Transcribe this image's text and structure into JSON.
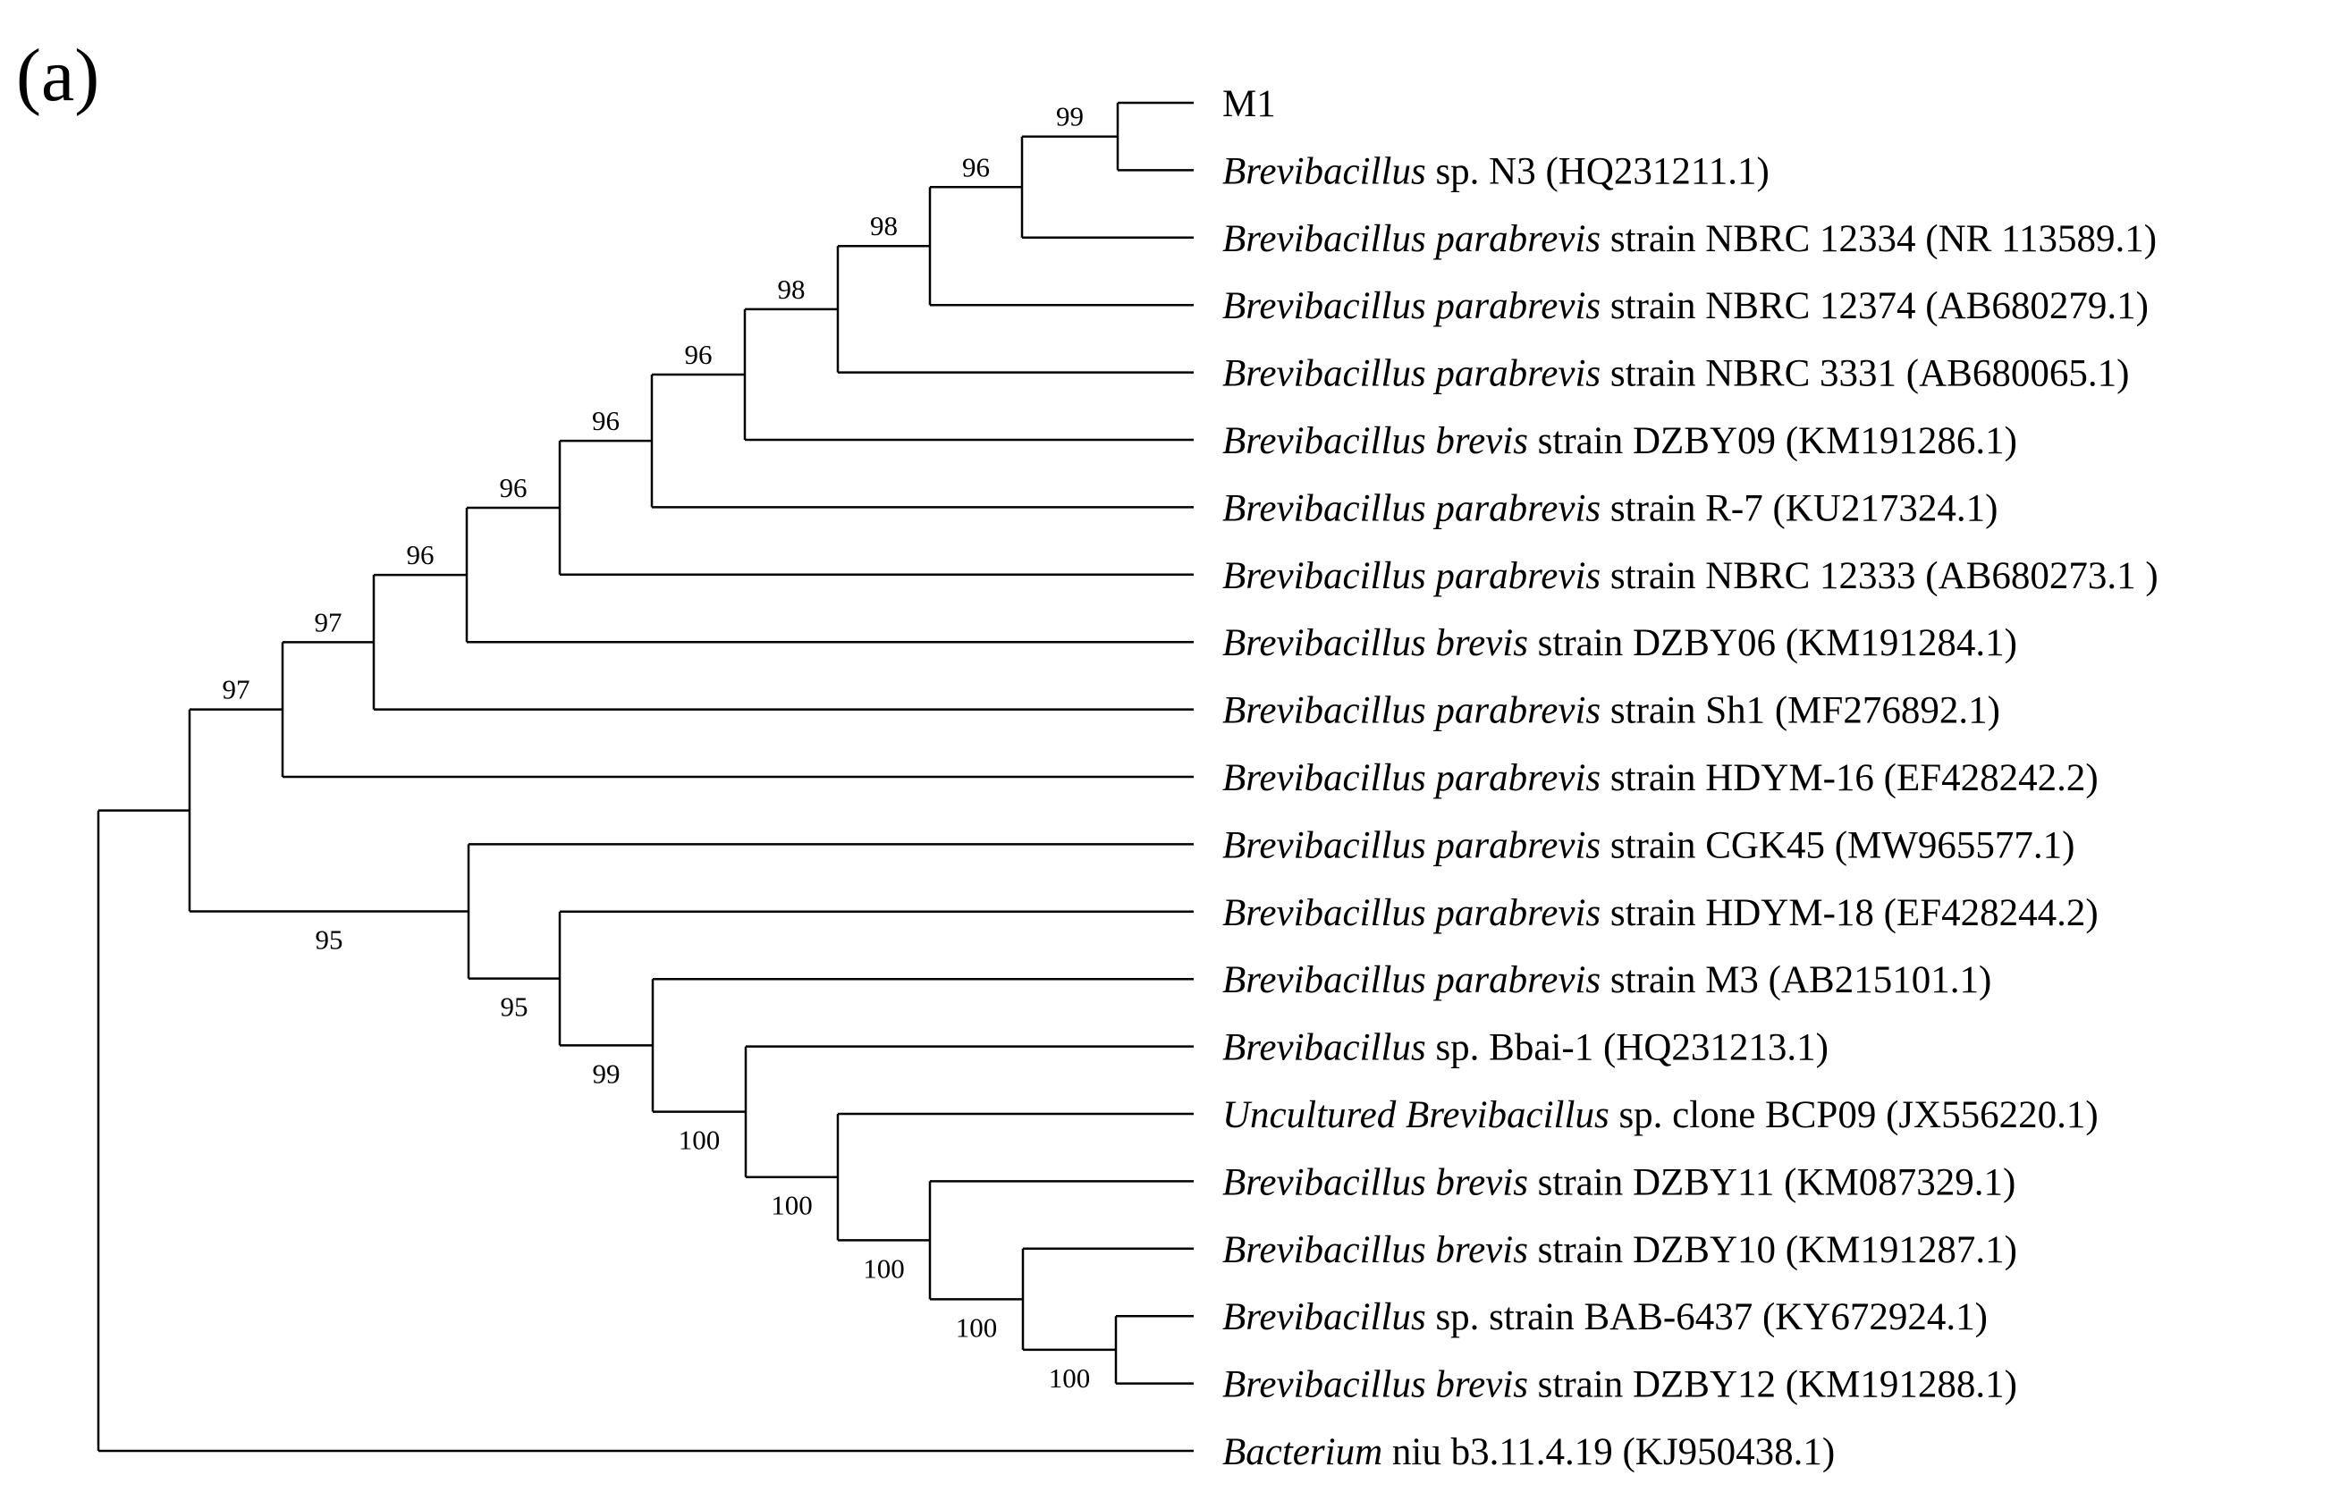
{
  "panel_label": "(a)",
  "taxa": [
    {
      "id": "M1",
      "italic": "",
      "rest": "M1"
    },
    {
      "id": "N3",
      "italic": "Brevibacillus",
      "rest": " sp. N3 (HQ231211.1)"
    },
    {
      "id": "NBRC12334",
      "italic": "Brevibacillus parabrevis",
      "rest": " strain NBRC 12334 (NR 113589.1)"
    },
    {
      "id": "NBRC12374",
      "italic": "Brevibacillus parabrevis",
      "rest": " strain NBRC 12374 (AB680279.1)"
    },
    {
      "id": "NBRC3331",
      "italic": "Brevibacillus parabrevis",
      "rest": " strain NBRC 3331 (AB680065.1)"
    },
    {
      "id": "DZBY09",
      "italic": "Brevibacillus brevis",
      "rest": " strain DZBY09 (KM191286.1)"
    },
    {
      "id": "R7",
      "italic": "Brevibacillus parabrevis",
      "rest": " strain R-7 (KU217324.1)"
    },
    {
      "id": "NBRC12333",
      "italic": "Brevibacillus parabrevis",
      "rest": " strain NBRC 12333 (AB680273.1 )"
    },
    {
      "id": "DZBY06",
      "italic": "Brevibacillus brevis",
      "rest": " strain DZBY06 (KM191284.1)"
    },
    {
      "id": "Sh1",
      "italic": "Brevibacillus parabrevis",
      "rest": " strain Sh1 (MF276892.1)"
    },
    {
      "id": "HDYM16",
      "italic": "Brevibacillus parabrevis",
      "rest": " strain HDYM-16 (EF428242.2)"
    },
    {
      "id": "CGK45",
      "italic": "Brevibacillus parabrevis",
      "rest": " strain CGK45 (MW965577.1)"
    },
    {
      "id": "HDYM18",
      "italic": "Brevibacillus parabrevis",
      "rest": " strain HDYM-18 (EF428244.2)"
    },
    {
      "id": "M3",
      "italic": "Brevibacillus parabrevis",
      "rest": " strain M3 (AB215101.1)"
    },
    {
      "id": "Bbai1",
      "italic": "Brevibacillus",
      "rest": " sp. Bbai-1 (HQ231213.1)"
    },
    {
      "id": "BCP09",
      "italic": "Uncultured Brevibacillus",
      "rest": " sp. clone BCP09 (JX556220.1)"
    },
    {
      "id": "DZBY11",
      "italic": "Brevibacillus brevis",
      "rest": " strain DZBY11 (KM087329.1)"
    },
    {
      "id": "DZBY10",
      "italic": "Brevibacillus brevis",
      "rest": " strain DZBY10 (KM191287.1)"
    },
    {
      "id": "BAB6437",
      "italic": "Brevibacillus",
      "rest": " sp. strain BAB-6437 (KY672924.1)"
    },
    {
      "id": "DZBY12",
      "italic": "Brevibacillus brevis",
      "rest": " strain DZBY12 (KM191288.1)"
    },
    {
      "id": "niu",
      "italic": "Bacterium",
      "rest": " niu b3.11.4.19 (KJ950438.1)"
    }
  ],
  "tree": {
    "children": [
      {
        "support": "",
        "children": [
          {
            "support": "97",
            "children": [
              {
                "support": "97",
                "children": [
                  {
                    "support": "96",
                    "children": [
                      {
                        "support": "96",
                        "children": [
                          {
                            "support": "96",
                            "children": [
                              {
                                "support": "96",
                                "children": [
                                  {
                                    "support": "98",
                                    "children": [
                                      {
                                        "support": "98",
                                        "children": [
                                          {
                                            "support": "96",
                                            "children": [
                                              {
                                                "support": "99",
                                                "children": [
                                                  {
                                                    "leaf": "M1"
                                                  },
                                                  {
                                                    "leaf": "N3"
                                                  }
                                                ]
                                              },
                                              {
                                                "leaf": "NBRC12334"
                                              }
                                            ]
                                          },
                                          {
                                            "leaf": "NBRC12374"
                                          }
                                        ]
                                      },
                                      {
                                        "leaf": "NBRC3331"
                                      }
                                    ]
                                  },
                                  {
                                    "leaf": "DZBY09"
                                  }
                                ]
                              },
                              {
                                "leaf": "R7"
                              }
                            ]
                          },
                          {
                            "leaf": "NBRC12333"
                          }
                        ]
                      },
                      {
                        "leaf": "DZBY06"
                      }
                    ]
                  },
                  {
                    "leaf": "Sh1"
                  }
                ]
              },
              {
                "leaf": "HDYM16"
              }
            ]
          },
          {
            "support": "95",
            "children": [
              {
                "leaf": "CGK45"
              },
              {
                "support": "95",
                "children": [
                  {
                    "leaf": "HDYM18"
                  },
                  {
                    "support": "99",
                    "children": [
                      {
                        "leaf": "M3"
                      },
                      {
                        "support": "100",
                        "children": [
                          {
                            "leaf": "Bbai1"
                          },
                          {
                            "support": "100",
                            "children": [
                              {
                                "leaf": "BCP09"
                              },
                              {
                                "support": "100",
                                "children": [
                                  {
                                    "leaf": "DZBY11"
                                  },
                                  {
                                    "support": "100",
                                    "children": [
                                      {
                                        "leaf": "DZBY10"
                                      },
                                      {
                                        "support": "100",
                                        "children": [
                                          {
                                            "leaf": "BAB6437"
                                          },
                                          {
                                            "leaf": "DZBY12"
                                          }
                                        ]
                                      }
                                    ]
                                  }
                                ]
                              }
                            ]
                          }
                        ]
                      }
                    ]
                  }
                ]
              }
            ]
          }
        ]
      },
      {
        "leaf": "niu"
      }
    ]
  }
}
